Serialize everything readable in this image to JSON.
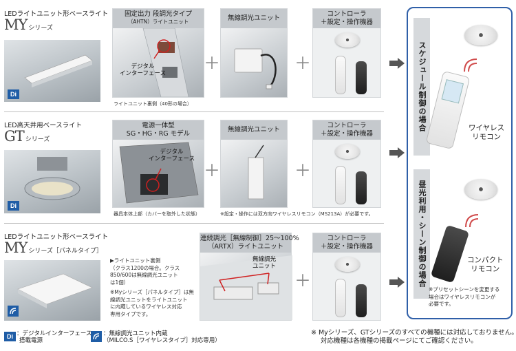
{
  "products": [
    {
      "title": "LEDライトユニット形ベースライト",
      "series_big": "MY",
      "series_small": "シリーズ",
      "badge": "Di"
    },
    {
      "title": "LED高天井用ベースライト",
      "series_big": "GT",
      "series_small": "シリーズ",
      "badge": "Di"
    },
    {
      "title": "LEDライトユニット形ベースライト",
      "series_big": "MY",
      "series_small": "シリーズ［パネルタイプ］"
    }
  ],
  "row1": {
    "unit_title_1": "固定出力 段調光タイプ",
    "unit_title_2": "（AHTN）ライトユニット",
    "callout_1": "デジタル",
    "callout_2": "インターフェース",
    "caption": "ライトユニット裏側（40形の場合）",
    "module_title": "無線調光ユニット",
    "controller_1": "コントローラ",
    "controller_2": "＋設定・操作機器"
  },
  "row2": {
    "unit_title_1": "電源一体型",
    "unit_title_2": "SG・HG・RG モデル",
    "callout_1": "デジタル",
    "callout_2": "インターフェース",
    "caption": "器具本体上部（カバーを取外した状態）",
    "module_title": "無線調光ユニット",
    "controller_1": "コントローラ",
    "controller_2": "＋設定・操作機器",
    "note": "※設定・操作には双方向ワイヤレスリモコン（MS213A）が必要です。"
  },
  "row3": {
    "note_1": "▶ライトユニット裏側",
    "note_2": "（クラス1200の場合。クラス",
    "note_3": "850/600は無線調光ユニット",
    "note_4": "は1個）",
    "note_5": "※Myシリーズ［パネルタイプ］は無",
    "note_6": "線調光ユニットをライトユニット",
    "note_7": "に内蔵しているワイヤレス対応",
    "note_8": "専用タイプです。",
    "unit_title_1": "連続調光［無線制御］25〜100%",
    "unit_title_2": "（ARTX）ライトユニット",
    "callout_1": "無線調光",
    "callout_2": "ユニット",
    "controller_1": "コントローラ",
    "controller_2": "＋設定・操作機器"
  },
  "plus": "＋",
  "right": {
    "schedule_label": "スケジュール制御の場合",
    "wireless_1": "ワイヤレス",
    "wireless_2": "リモコン",
    "scene_label": "昼光利用・シーン制御の場合",
    "compact_1": "コンパクト",
    "compact_2": "リモコン",
    "preset_1": "※プリセットシーンを変更する",
    "preset_2": "場合はワイヤレスリモコンが",
    "preset_3": "必要です。"
  },
  "legend": {
    "di_badge": "Di",
    "di_1": "：デジタルインターフェース",
    "di_2": "搭載電源",
    "wl_1": "：無線調光ユニット内蔵",
    "wl_2": "（MILCO.S［ワイヤレスタイプ］対応専用）"
  },
  "footnote": {
    "line_1": "※ Myシリーズ、GTシリーズのすべての機種には対応しておりません。",
    "line_2": "対応機種は各機種の掲載ページにてご確認ください。"
  },
  "colors": {
    "accent": "#1f5da6",
    "panel_header": "#c5c9cd",
    "panel_bg": "#e4e6e8",
    "callout_red": "#d02020",
    "arrow": "#555555"
  }
}
